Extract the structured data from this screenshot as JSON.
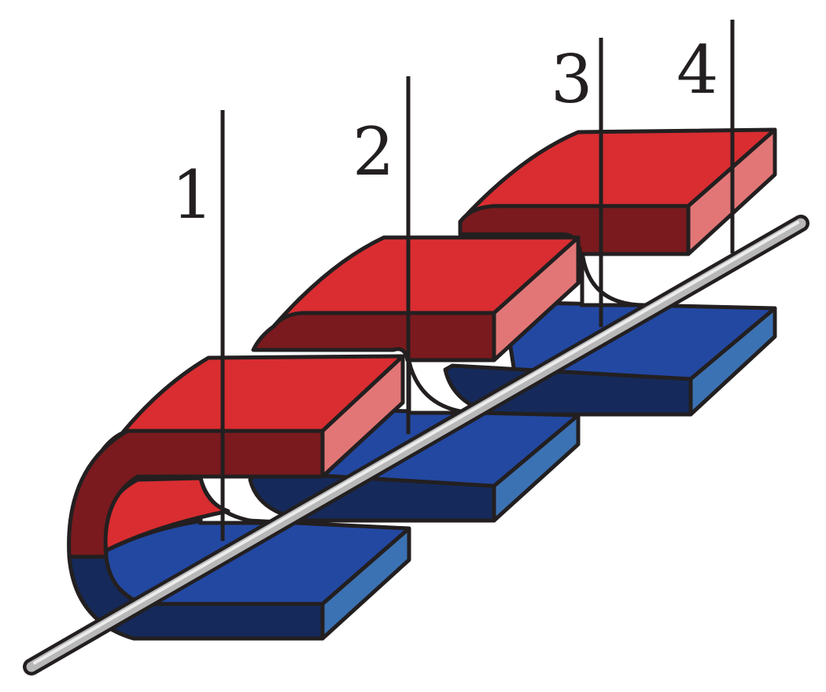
{
  "labels": [
    "1",
    "2",
    "3",
    "4"
  ],
  "colors": {
    "red_top": "#d92d31",
    "red_front": "#7a1a1e",
    "red_side": "#e27677",
    "blue_top": "#2248a2",
    "blue_front": "#152a5a",
    "blue_side": "#3b72b3",
    "outline": "#231f20",
    "rod_fill": "#b8b8b8",
    "rod_highlight": "#ececec",
    "wire": "#231f20"
  }
}
